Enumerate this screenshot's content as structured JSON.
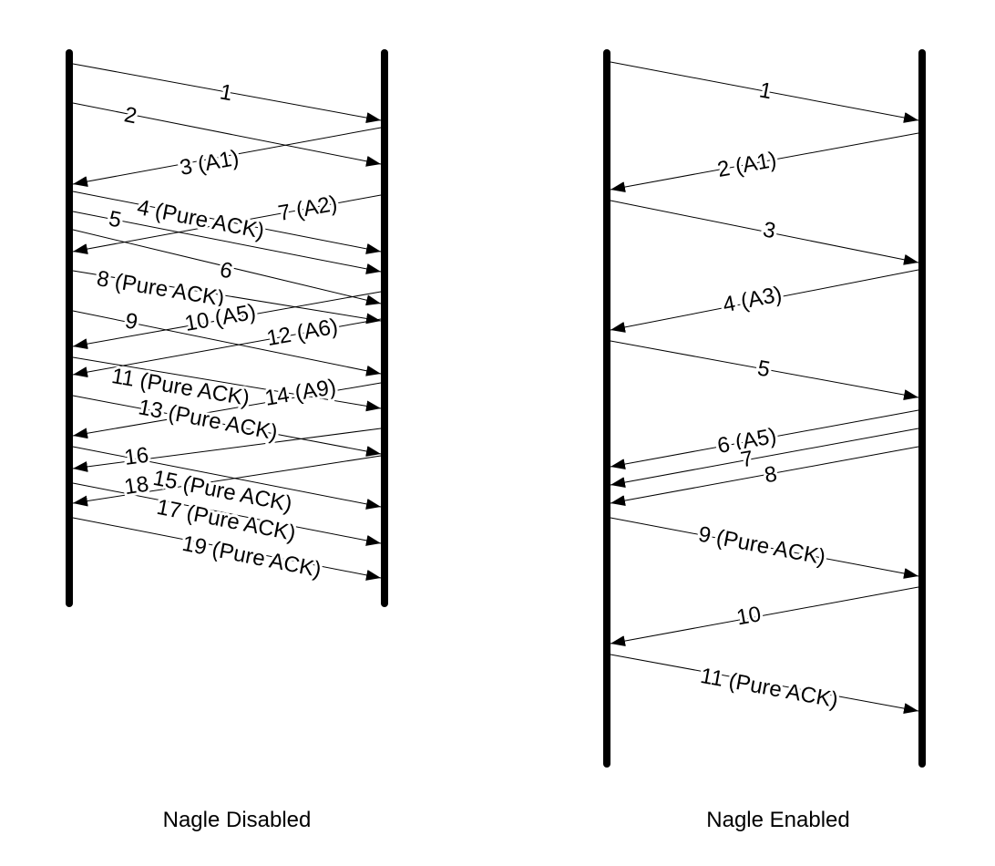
{
  "diagrams": [
    {
      "caption": "Nagle Disabled",
      "messages": [
        {
          "label": "1",
          "direction": "right"
        },
        {
          "label": "2",
          "direction": "right"
        },
        {
          "label": "3 (A1)",
          "direction": "left"
        },
        {
          "label": "4 (Pure ACK)",
          "direction": "right"
        },
        {
          "label": "5",
          "direction": "right"
        },
        {
          "label": "6",
          "direction": "right"
        },
        {
          "label": "7 (A2)",
          "direction": "left"
        },
        {
          "label": "8 (Pure ACK)",
          "direction": "right"
        },
        {
          "label": "9",
          "direction": "right"
        },
        {
          "label": "10 (A5)",
          "direction": "left"
        },
        {
          "label": "11 (Pure ACK)",
          "direction": "right"
        },
        {
          "label": "12 (A6)",
          "direction": "left"
        },
        {
          "label": "13 (Pure ACK)",
          "direction": "right"
        },
        {
          "label": "14 (A9)",
          "direction": "left"
        },
        {
          "label": "15 (Pure ACK)",
          "direction": "right"
        },
        {
          "label": "16",
          "direction": "left"
        },
        {
          "label": "17 (Pure ACK)",
          "direction": "right"
        },
        {
          "label": "18",
          "direction": "left"
        },
        {
          "label": "19 (Pure ACK)",
          "direction": "right"
        }
      ]
    },
    {
      "caption": "Nagle Enabled",
      "messages": [
        {
          "label": "1",
          "direction": "right"
        },
        {
          "label": "2 (A1)",
          "direction": "left"
        },
        {
          "label": "3",
          "direction": "right"
        },
        {
          "label": "4 (A3)",
          "direction": "left"
        },
        {
          "label": "5",
          "direction": "right"
        },
        {
          "label": "6 (A5)",
          "direction": "left"
        },
        {
          "label": "7",
          "direction": "left"
        },
        {
          "label": "8",
          "direction": "left"
        },
        {
          "label": "9 (Pure ACK)",
          "direction": "right"
        },
        {
          "label": "10",
          "direction": "left"
        },
        {
          "label": "11 (Pure ACK)",
          "direction": "right"
        }
      ]
    }
  ]
}
